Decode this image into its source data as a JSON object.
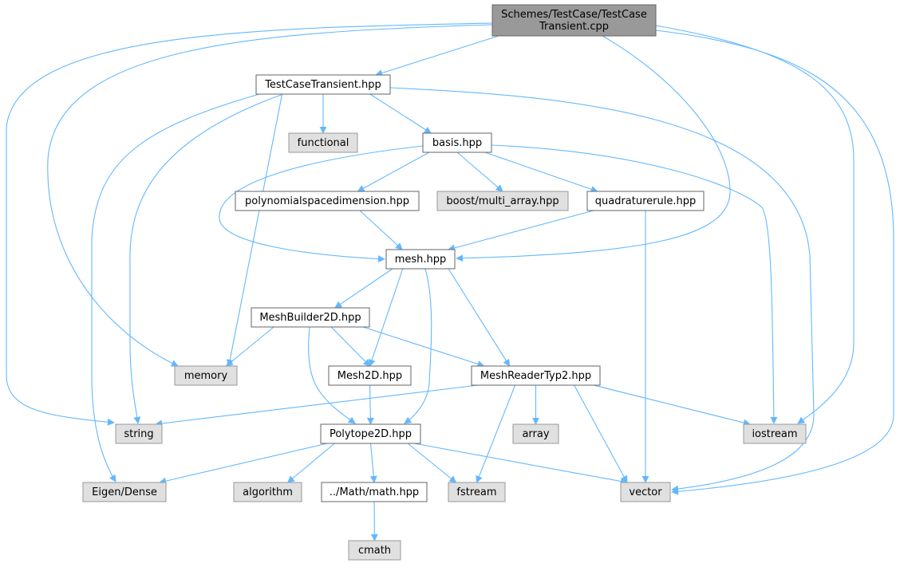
{
  "colors": {
    "edge": "#63b8ff",
    "root_fill": "#999999",
    "file_fill": "#ffffff",
    "system_fill": "#e0e0e0",
    "border_dark": "#666666",
    "border_light": "#999999"
  },
  "nodes": [
    {
      "id": "root",
      "kind": "root",
      "lines": [
        "Schemes/TestCase/TestCase",
        "Transient.cpp"
      ]
    },
    {
      "id": "testcasetransient",
      "kind": "file",
      "lines": [
        "TestCaseTransient.hpp"
      ]
    },
    {
      "id": "functional",
      "kind": "system",
      "lines": [
        "functional"
      ]
    },
    {
      "id": "basis",
      "kind": "file",
      "lines": [
        "basis.hpp"
      ]
    },
    {
      "id": "polyspacedim",
      "kind": "file",
      "lines": [
        "polynomialspacedimension.hpp"
      ]
    },
    {
      "id": "multiarray",
      "kind": "system",
      "lines": [
        "boost/multi_array.hpp"
      ]
    },
    {
      "id": "quadrule",
      "kind": "file",
      "lines": [
        "quadraturerule.hpp"
      ]
    },
    {
      "id": "mesh",
      "kind": "file",
      "lines": [
        "mesh.hpp"
      ]
    },
    {
      "id": "meshbuilder",
      "kind": "file",
      "lines": [
        "MeshBuilder2D.hpp"
      ]
    },
    {
      "id": "memory",
      "kind": "system",
      "lines": [
        "memory"
      ]
    },
    {
      "id": "mesh2d",
      "kind": "file",
      "lines": [
        "Mesh2D.hpp"
      ]
    },
    {
      "id": "meshreader",
      "kind": "file",
      "lines": [
        "MeshReaderTyp2.hpp"
      ]
    },
    {
      "id": "string",
      "kind": "system",
      "lines": [
        "string"
      ]
    },
    {
      "id": "polytope",
      "kind": "file",
      "lines": [
        "Polytope2D.hpp"
      ]
    },
    {
      "id": "array",
      "kind": "system",
      "lines": [
        "array"
      ]
    },
    {
      "id": "iostream",
      "kind": "system",
      "lines": [
        "iostream"
      ]
    },
    {
      "id": "eigen",
      "kind": "system",
      "lines": [
        "Eigen/Dense"
      ]
    },
    {
      "id": "algorithm",
      "kind": "system",
      "lines": [
        "algorithm"
      ]
    },
    {
      "id": "mathhpp",
      "kind": "file",
      "lines": [
        "../Math/math.hpp"
      ]
    },
    {
      "id": "fstream",
      "kind": "system",
      "lines": [
        "fstream"
      ]
    },
    {
      "id": "vector",
      "kind": "system",
      "lines": [
        "vector"
      ]
    },
    {
      "id": "cmath",
      "kind": "system",
      "lines": [
        "cmath"
      ]
    }
  ],
  "edges": [
    {
      "from": "root",
      "to": "testcasetransient"
    },
    {
      "from": "root",
      "to": "string"
    },
    {
      "from": "root",
      "to": "memory"
    },
    {
      "from": "root",
      "to": "mesh"
    },
    {
      "from": "root",
      "to": "iostream"
    },
    {
      "from": "root",
      "to": "vector"
    },
    {
      "from": "testcasetransient",
      "to": "functional"
    },
    {
      "from": "testcasetransient",
      "to": "basis"
    },
    {
      "from": "testcasetransient",
      "to": "memory"
    },
    {
      "from": "testcasetransient",
      "to": "string"
    },
    {
      "from": "testcasetransient",
      "to": "eigen"
    },
    {
      "from": "testcasetransient",
      "to": "vector"
    },
    {
      "from": "basis",
      "to": "polyspacedim"
    },
    {
      "from": "basis",
      "to": "multiarray"
    },
    {
      "from": "basis",
      "to": "quadrule"
    },
    {
      "from": "basis",
      "to": "mesh"
    },
    {
      "from": "basis",
      "to": "iostream"
    },
    {
      "from": "polyspacedim",
      "to": "mesh"
    },
    {
      "from": "quadrule",
      "to": "mesh"
    },
    {
      "from": "quadrule",
      "to": "vector"
    },
    {
      "from": "mesh",
      "to": "meshbuilder"
    },
    {
      "from": "mesh",
      "to": "mesh2d"
    },
    {
      "from": "mesh",
      "to": "polytope"
    },
    {
      "from": "mesh",
      "to": "meshreader"
    },
    {
      "from": "meshbuilder",
      "to": "memory"
    },
    {
      "from": "meshbuilder",
      "to": "mesh2d"
    },
    {
      "from": "meshbuilder",
      "to": "polytope"
    },
    {
      "from": "meshbuilder",
      "to": "meshreader"
    },
    {
      "from": "mesh2d",
      "to": "polytope"
    },
    {
      "from": "meshreader",
      "to": "string"
    },
    {
      "from": "meshreader",
      "to": "array"
    },
    {
      "from": "meshreader",
      "to": "iostream"
    },
    {
      "from": "meshreader",
      "to": "fstream"
    },
    {
      "from": "meshreader",
      "to": "vector"
    },
    {
      "from": "polytope",
      "to": "eigen"
    },
    {
      "from": "polytope",
      "to": "algorithm"
    },
    {
      "from": "polytope",
      "to": "mathhpp"
    },
    {
      "from": "polytope",
      "to": "fstream"
    },
    {
      "from": "polytope",
      "to": "vector"
    },
    {
      "from": "mathhpp",
      "to": "cmath"
    }
  ]
}
